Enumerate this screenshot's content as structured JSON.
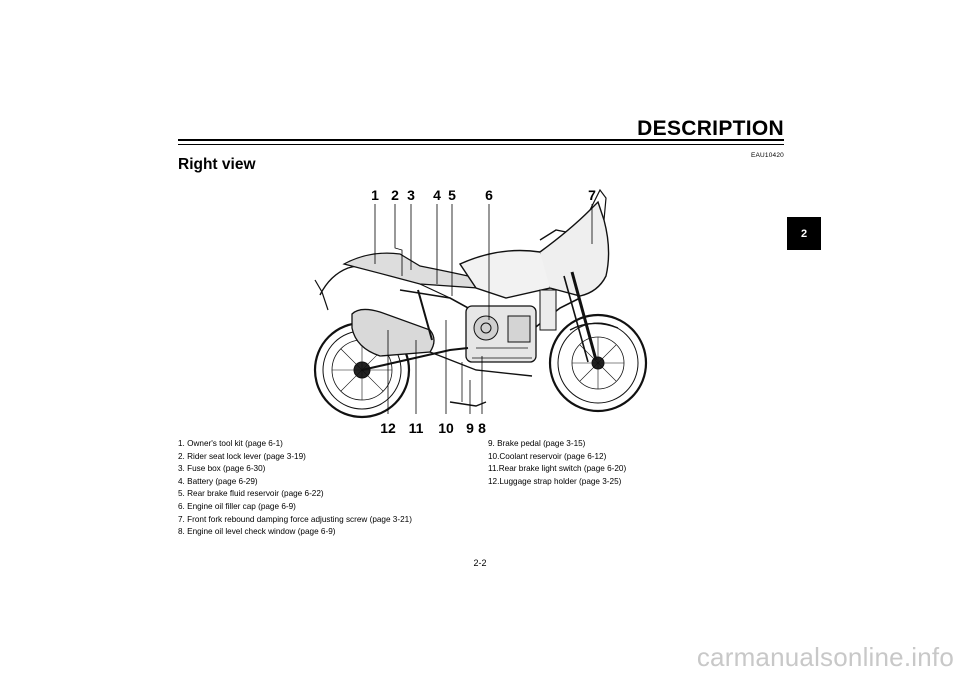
{
  "header": {
    "title": "DESCRIPTION"
  },
  "section": {
    "title": "Right view",
    "ref_code": "EAU10420"
  },
  "chapter_tab": {
    "label": "2"
  },
  "figure": {
    "callouts_top": [
      "1",
      "2",
      "3",
      "4",
      "5",
      "6",
      "7"
    ],
    "callouts_bottom": [
      "12",
      "11",
      "10",
      "9",
      "8"
    ]
  },
  "legend": {
    "left": [
      "1. Owner's tool kit (page 6-1)",
      "2. Rider seat lock lever (page 3-19)",
      "3. Fuse box (page 6-30)",
      "4. Battery (page 6-29)",
      "5. Rear brake fluid reservoir (page 6-22)",
      "6. Engine oil filler cap (page 6-9)",
      "7. Front fork rebound damping force adjusting screw (page 3-21)",
      "8. Engine oil level check window (page 6-9)"
    ],
    "right": [
      "9.  Brake pedal (page 3-15)",
      "10.Coolant reservoir (page 6-12)",
      "11.Rear brake light switch (page 6-20)",
      "12.Luggage strap holder (page 3-25)"
    ]
  },
  "footer": {
    "page_number": "2-2"
  },
  "watermark": {
    "text": "carmanualsonline.info"
  }
}
